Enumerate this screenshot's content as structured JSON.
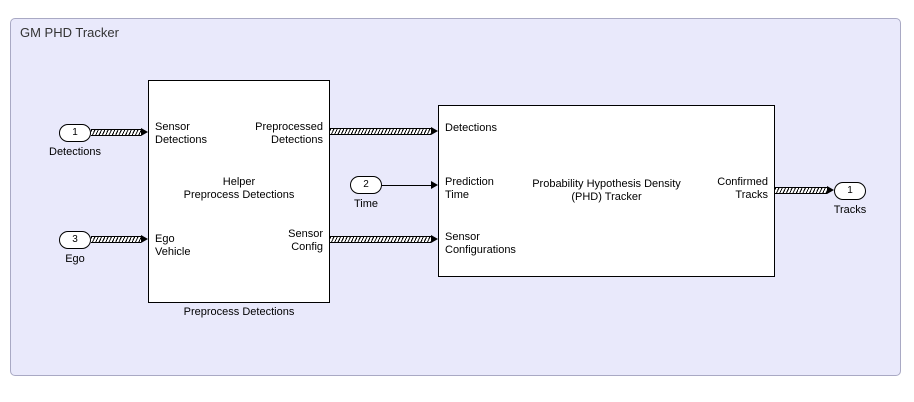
{
  "diagram": {
    "title": "GM PHD Tracker"
  },
  "colors": {
    "area_fill": "#e9e9fb",
    "area_border": "#a9a9c4",
    "block_fill": "#ffffff",
    "line": "#000000"
  },
  "inports": {
    "detections": {
      "number": "1",
      "label": "Detections"
    },
    "time": {
      "number": "2",
      "label": "Time"
    },
    "ego": {
      "number": "3",
      "label": "Ego"
    }
  },
  "outports": {
    "tracks": {
      "number": "1",
      "label": "Tracks"
    }
  },
  "preprocess_block": {
    "title": "Helper\nPreprocess Detections",
    "caption": "Preprocess Detections",
    "port_sensor_detections": "Sensor\nDetections",
    "port_preprocessed_detections": "Preprocessed\nDetections",
    "port_ego_vehicle": "Ego\nVehicle",
    "port_sensor_config": "Sensor\nConfig"
  },
  "tracker_block": {
    "title": "Probability Hypothesis Density\n(PHD) Tracker",
    "port_detections": "Detections",
    "port_prediction_time": "Prediction\nTime",
    "port_sensor_configurations": "Sensor\nConfigurations",
    "port_confirmed_tracks": "Confirmed\nTracks"
  }
}
